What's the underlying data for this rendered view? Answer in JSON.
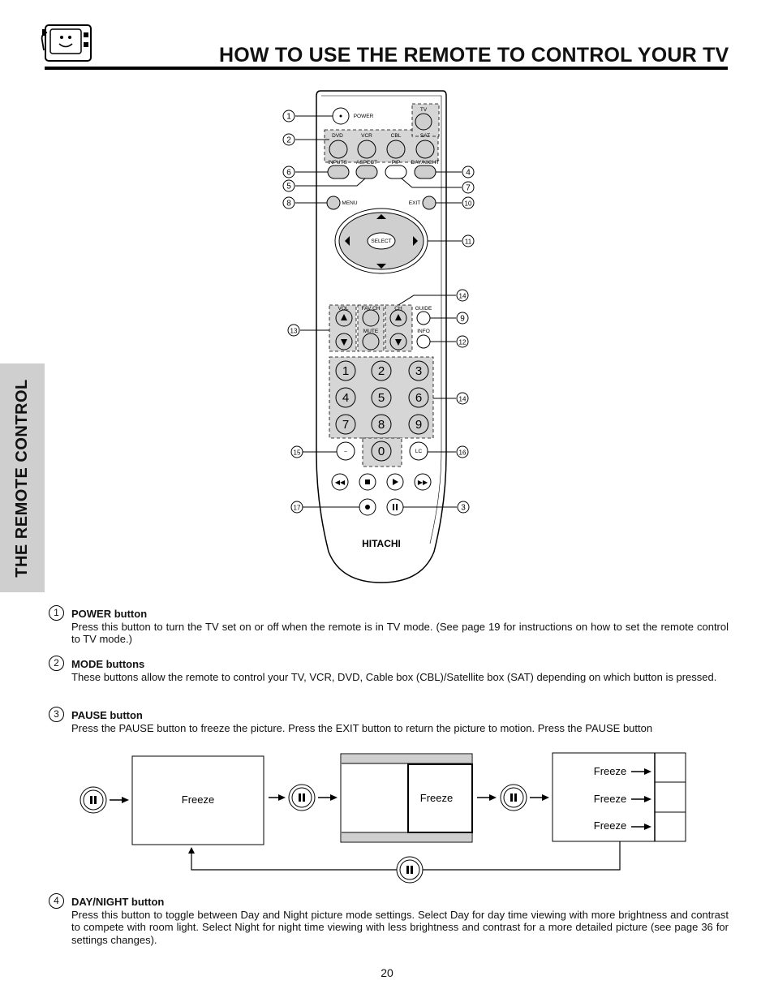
{
  "page": {
    "title": "HOW TO USE THE REMOTE TO CONTROL YOUR TV",
    "side_tab": "THE REMOTE CONTROL",
    "page_number": "20"
  },
  "remote": {
    "labels": {
      "power": "POWER",
      "tv": "TV",
      "dvd": "DVD",
      "vcr": "VCR",
      "cbl": "CBL",
      "sat": "SAT",
      "inputs": "INPUTS",
      "aspect": "ASPECT",
      "pip": "PIP",
      "daynight": "DAY/NIGHT",
      "menu": "MENU",
      "exit": "EXIT",
      "select": "SELECT",
      "vol": "VOL",
      "favch": "FAV CH",
      "ch": "CH",
      "guide": "GUIDE",
      "mute": "MUTE",
      "info": "INFO",
      "dash": "–",
      "lc": "LC",
      "brand": "HITACHI"
    },
    "digits": [
      "1",
      "2",
      "3",
      "4",
      "5",
      "6",
      "7",
      "8",
      "9",
      "0"
    ],
    "callouts": [
      "1",
      "2",
      "6",
      "5",
      "8",
      "13",
      "15",
      "17",
      "4",
      "7",
      "10",
      "11",
      "14",
      "9",
      "12",
      "14",
      "16",
      "3"
    ]
  },
  "items": [
    {
      "num": "1",
      "heading": "POWER button",
      "body": "Press this button to turn the TV set on or off when the remote is in TV mode.  (See page 19 for instructions on how to set the remote control to TV mode.)"
    },
    {
      "num": "2",
      "heading": "MODE buttons",
      "body": "These buttons allow the remote to control your TV, VCR, DVD, Cable box (CBL)/Satellite box (SAT) depending on which button is pressed."
    },
    {
      "num": "3",
      "heading": "PAUSE button",
      "body": "Press the PAUSE button to freeze the picture.  Press the EXIT button to return the picture to motion.  Press the PAUSE button"
    },
    {
      "num": "4",
      "heading": "DAY/NIGHT button",
      "body": "Press this button to toggle between Day and Night picture mode settings.  Select Day for day time viewing with more brightness and contrast to compete with room light.  Select Night for night time viewing with less brightness and contrast for a more detailed picture (see page 36 for settings changes)."
    }
  ],
  "freeze_diagram": {
    "label": "Freeze"
  }
}
